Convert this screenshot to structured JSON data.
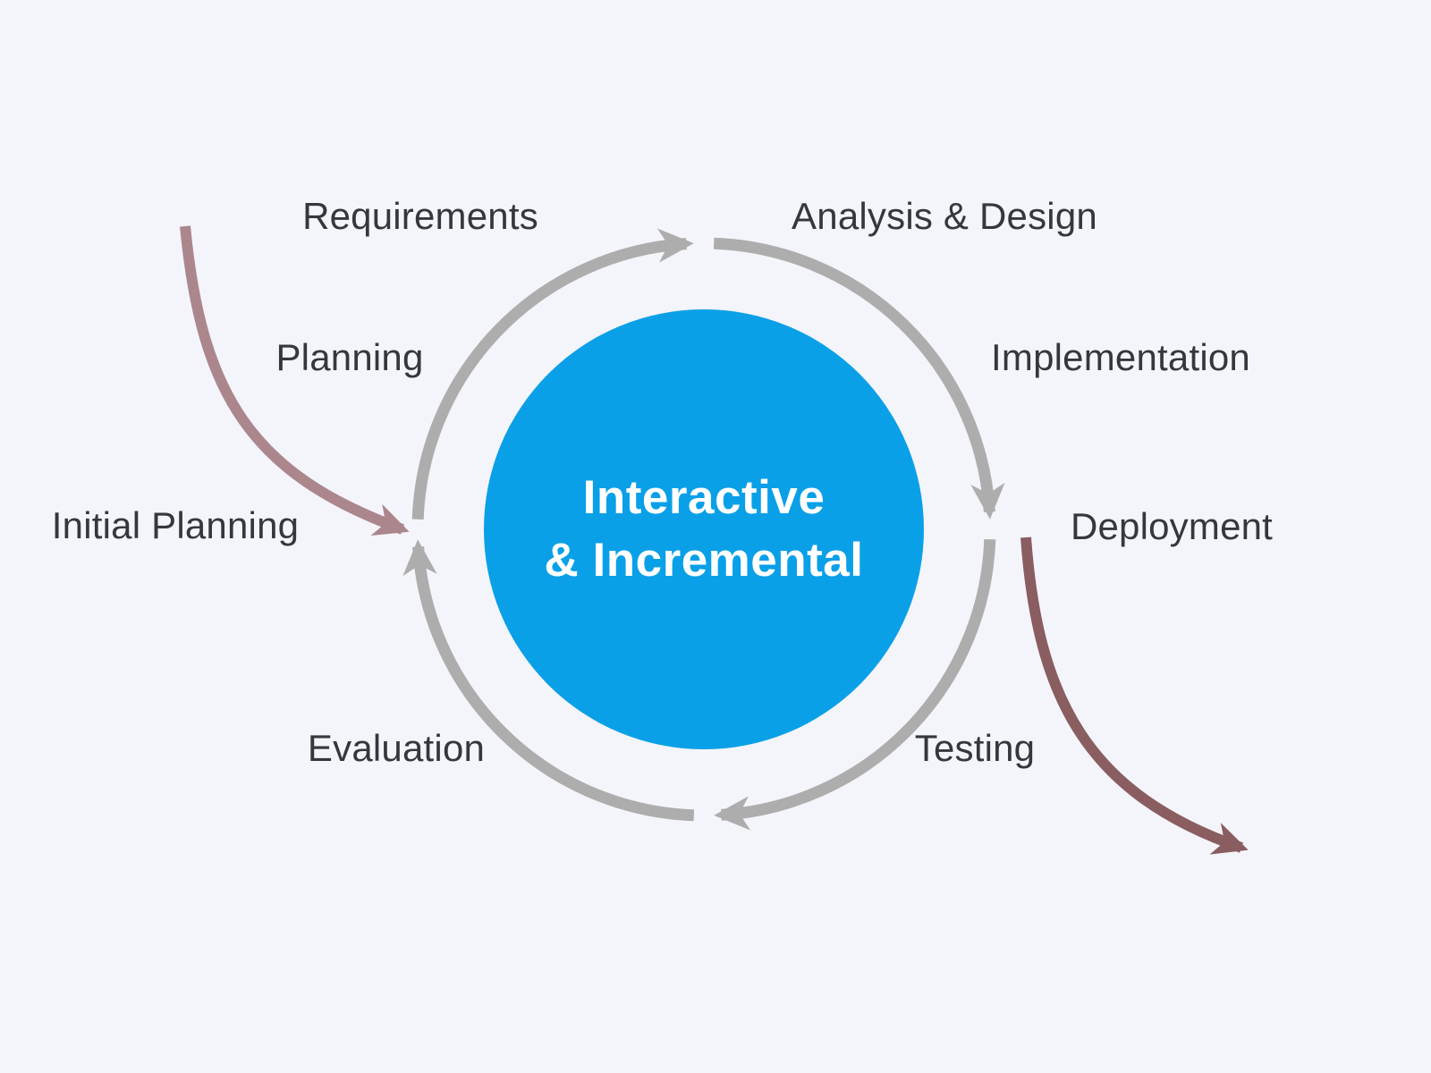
{
  "diagram": {
    "center": {
      "line1": "Interactive",
      "line2": "& Incremental"
    },
    "entry": {
      "label": "Initial Planning"
    },
    "stages": [
      {
        "id": "requirements",
        "label": "Requirements"
      },
      {
        "id": "analysis-design",
        "label": "Analysis & Design"
      },
      {
        "id": "planning",
        "label": "Planning"
      },
      {
        "id": "implementation",
        "label": "Implementation"
      },
      {
        "id": "deployment",
        "label": "Deployment"
      },
      {
        "id": "evaluation",
        "label": "Evaluation"
      },
      {
        "id": "testing",
        "label": "Testing"
      }
    ],
    "colors": {
      "background": "#F4F5FA",
      "ring": "#ADADAD",
      "center_circle": "#0AA0E8",
      "center_text": "#FFFFFF",
      "label_text": "#34383D",
      "entry_arrow": "#AB878D",
      "exit_arrow": "#8A5D60"
    }
  }
}
